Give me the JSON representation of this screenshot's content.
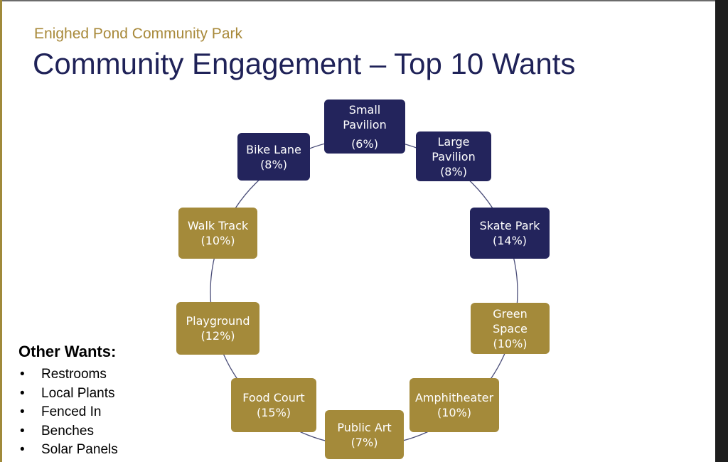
{
  "header": {
    "subtitle": "Enighed Pond Community Park",
    "title": "Community Engagement – Top 10 Wants"
  },
  "colors": {
    "navy": "#23245c",
    "gold": "#a48a3a",
    "ring": "#4a4d78"
  },
  "wants": [
    {
      "name": "Small Pavilion",
      "line1": "Small",
      "line2": "Pavilion",
      "pct": "(6%)",
      "color": "navy"
    },
    {
      "name": "Large Pavilion",
      "line1": "Large",
      "line2": "Pavilion",
      "pct": "(8%)",
      "color": "navy"
    },
    {
      "name": "Skate Park",
      "line1": "Skate Park",
      "line2": "",
      "pct": "(14%)",
      "color": "navy"
    },
    {
      "name": "Green Space",
      "line1": "Green",
      "line2": "Space",
      "pct": "(10%)",
      "color": "gold"
    },
    {
      "name": "Amphitheater",
      "line1": "Amphitheater",
      "line2": "",
      "pct": "(10%)",
      "color": "gold"
    },
    {
      "name": "Public Art",
      "line1": "Public Art",
      "line2": "",
      "pct": "(7%)",
      "color": "gold"
    },
    {
      "name": "Food Court",
      "line1": "Food Court",
      "line2": "",
      "pct": "(15%)",
      "color": "gold"
    },
    {
      "name": "Playground",
      "line1": "Playground",
      "line2": "",
      "pct": "(12%)",
      "color": "gold"
    },
    {
      "name": "Walk Track",
      "line1": "Walk Track",
      "line2": "",
      "pct": "(10%)",
      "color": "gold"
    },
    {
      "name": "Bike Lane",
      "line1": "Bike Lane",
      "line2": "",
      "pct": "(8%)",
      "color": "navy"
    }
  ],
  "other_wants": {
    "heading": "Other Wants:",
    "bullet": "•",
    "items": [
      "Restrooms",
      "Local Plants",
      "Fenced In",
      "Benches",
      "Solar Panels"
    ]
  }
}
